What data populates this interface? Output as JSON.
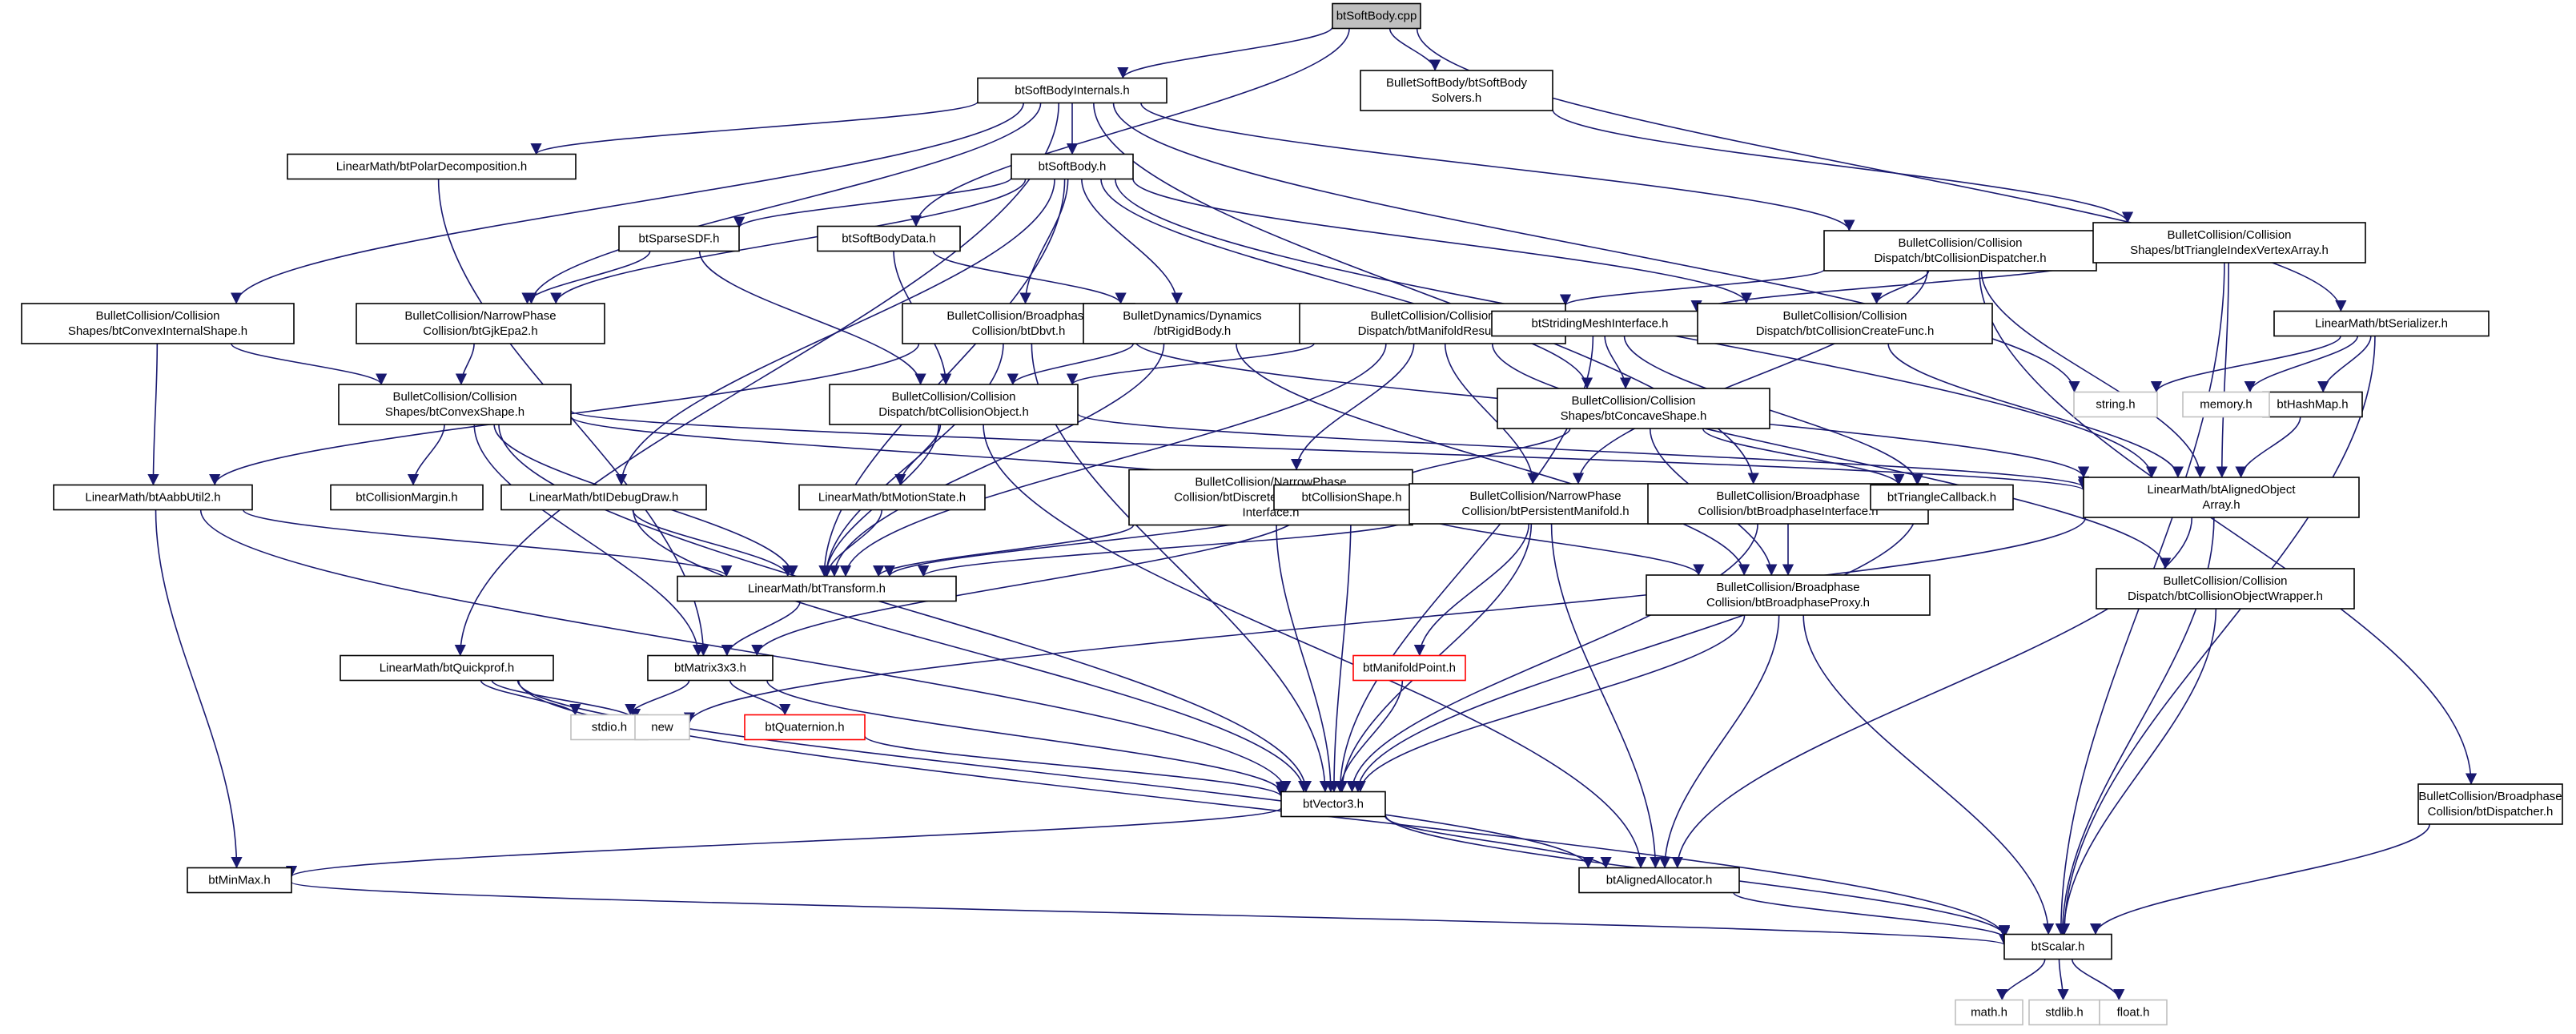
{
  "diagram": {
    "colors": {
      "edge": "#191970",
      "node_border": "#000000",
      "root_fill": "#bfbfbf",
      "missing_border": "#bfbfbf",
      "truncated_border": "#ff0000"
    },
    "nodes": [
      {
        "id": "btSoftBody_cpp",
        "lines": [
          "btSoftBody.cpp"
        ],
        "kind": "root"
      },
      {
        "id": "btSoftBodyInternals_h",
        "lines": [
          "btSoftBodyInternals.h"
        ],
        "kind": "normal"
      },
      {
        "id": "btSoftBodySolvers_h",
        "lines": [
          "BulletSoftBody/btSoftBody",
          "Solvers.h"
        ],
        "kind": "normal"
      },
      {
        "id": "btSerializer_h",
        "lines": [
          "LinearMath/btSerializer.h"
        ],
        "kind": "normal"
      },
      {
        "id": "btPolarDecomposition_h",
        "lines": [
          "LinearMath/btPolarDecomposition.h"
        ],
        "kind": "normal"
      },
      {
        "id": "btSoftBody_h",
        "lines": [
          "btSoftBody.h"
        ],
        "kind": "normal"
      },
      {
        "id": "btCollisionDispatcher_h",
        "lines": [
          "BulletCollision/Collision",
          "Dispatch/btCollisionDispatcher.h"
        ],
        "kind": "normal"
      },
      {
        "id": "btTriangleIndexVertexArray_h",
        "lines": [
          "BulletCollision/Collision",
          "Shapes/btTriangleIndexVertexArray.h"
        ],
        "kind": "normal"
      },
      {
        "id": "btSparseSDF_h",
        "lines": [
          "btSparseSDF.h"
        ],
        "kind": "normal"
      },
      {
        "id": "btSoftBodyData_h",
        "lines": [
          "btSoftBodyData.h"
        ],
        "kind": "normal"
      },
      {
        "id": "btConvexInternalShape_h",
        "lines": [
          "BulletCollision/Collision",
          "Shapes/btConvexInternalShape.h"
        ],
        "kind": "normal"
      },
      {
        "id": "btGjkEpa2_h",
        "lines": [
          "BulletCollision/NarrowPhase",
          "Collision/btGjkEpa2.h"
        ],
        "kind": "normal"
      },
      {
        "id": "btDbvt_h",
        "lines": [
          "BulletCollision/Broadphase",
          "Collision/btDbvt.h"
        ],
        "kind": "normal"
      },
      {
        "id": "btRigidBody_h",
        "lines": [
          "BulletDynamics/Dynamics",
          "/btRigidBody.h"
        ],
        "kind": "normal"
      },
      {
        "id": "btManifoldResult_h",
        "lines": [
          "BulletCollision/Collision",
          "Dispatch/btManifoldResult.h"
        ],
        "kind": "normal"
      },
      {
        "id": "btStridingMeshInterface_h",
        "lines": [
          "btStridingMeshInterface.h"
        ],
        "kind": "normal"
      },
      {
        "id": "btCollisionCreateFunc_h",
        "lines": [
          "BulletCollision/Collision",
          "Dispatch/btCollisionCreateFunc.h"
        ],
        "kind": "normal"
      },
      {
        "id": "btHashMap_h",
        "lines": [
          "btHashMap.h"
        ],
        "kind": "normal"
      },
      {
        "id": "string_h",
        "lines": [
          "string.h"
        ],
        "kind": "missing"
      },
      {
        "id": "memory_h",
        "lines": [
          "memory.h"
        ],
        "kind": "missing"
      },
      {
        "id": "btConvexShape_h",
        "lines": [
          "BulletCollision/Collision",
          "Shapes/btConvexShape.h"
        ],
        "kind": "normal"
      },
      {
        "id": "btCollisionObject_h",
        "lines": [
          "BulletCollision/Collision",
          "Dispatch/btCollisionObject.h"
        ],
        "kind": "normal"
      },
      {
        "id": "btConcaveShape_h",
        "lines": [
          "BulletCollision/Collision",
          "Shapes/btConcaveShape.h"
        ],
        "kind": "normal"
      },
      {
        "id": "btAabbUtil2_h",
        "lines": [
          "LinearMath/btAabbUtil2.h"
        ],
        "kind": "normal"
      },
      {
        "id": "btCollisionMargin_h",
        "lines": [
          "btCollisionMargin.h"
        ],
        "kind": "normal"
      },
      {
        "id": "btIDebugDraw_h",
        "lines": [
          "LinearMath/btIDebugDraw.h"
        ],
        "kind": "normal"
      },
      {
        "id": "btMotionState_h",
        "lines": [
          "LinearMath/btMotionState.h"
        ],
        "kind": "normal"
      },
      {
        "id": "btDiscreteCollisionDetectorInterface_h",
        "lines": [
          "BulletCollision/NarrowPhase",
          "Collision/btDiscreteCollisionDetector",
          "Interface.h"
        ],
        "kind": "normal"
      },
      {
        "id": "btCollisionShape_h",
        "lines": [
          "btCollisionShape.h"
        ],
        "kind": "normal"
      },
      {
        "id": "btPersistentManifold_h",
        "lines": [
          "BulletCollision/NarrowPhase",
          "Collision/btPersistentManifold.h"
        ],
        "kind": "normal"
      },
      {
        "id": "btBroadphaseInterface_h",
        "lines": [
          "BulletCollision/Broadphase",
          "Collision/btBroadphaseInterface.h"
        ],
        "kind": "normal"
      },
      {
        "id": "btTriangleCallback_h",
        "lines": [
          "btTriangleCallback.h"
        ],
        "kind": "normal"
      },
      {
        "id": "btAlignedObjectArray_h",
        "lines": [
          "LinearMath/btAlignedObject",
          "Array.h"
        ],
        "kind": "normal"
      },
      {
        "id": "btTransform_h",
        "lines": [
          "LinearMath/btTransform.h"
        ],
        "kind": "normal"
      },
      {
        "id": "btBroadphaseProxy_h",
        "lines": [
          "BulletCollision/Broadphase",
          "Collision/btBroadphaseProxy.h"
        ],
        "kind": "normal"
      },
      {
        "id": "btCollisionObjectWrapper_h",
        "lines": [
          "BulletCollision/Collision",
          "Dispatch/btCollisionObjectWrapper.h"
        ],
        "kind": "normal"
      },
      {
        "id": "btQuickprof_h",
        "lines": [
          "LinearMath/btQuickprof.h"
        ],
        "kind": "normal"
      },
      {
        "id": "btMatrix3x3_h",
        "lines": [
          "btMatrix3x3.h"
        ],
        "kind": "normal"
      },
      {
        "id": "btManifoldPoint_h",
        "lines": [
          "btManifoldPoint.h"
        ],
        "kind": "red"
      },
      {
        "id": "stdio_h",
        "lines": [
          "stdio.h"
        ],
        "kind": "missing"
      },
      {
        "id": "new",
        "lines": [
          "new"
        ],
        "kind": "missing"
      },
      {
        "id": "btQuaternion_h",
        "lines": [
          "btQuaternion.h"
        ],
        "kind": "red"
      },
      {
        "id": "btVector3_h",
        "lines": [
          "btVector3.h"
        ],
        "kind": "normal"
      },
      {
        "id": "btDispatcher_h",
        "lines": [
          "BulletCollision/Broadphase",
          "Collision/btDispatcher.h"
        ],
        "kind": "normal"
      },
      {
        "id": "btMinMax_h",
        "lines": [
          "btMinMax.h"
        ],
        "kind": "normal"
      },
      {
        "id": "btAlignedAllocator_h",
        "lines": [
          "btAlignedAllocator.h"
        ],
        "kind": "normal"
      },
      {
        "id": "btScalar_h",
        "lines": [
          "btScalar.h"
        ],
        "kind": "normal"
      },
      {
        "id": "math_h",
        "lines": [
          "math.h"
        ],
        "kind": "missing"
      },
      {
        "id": "stdlib_h",
        "lines": [
          "stdlib.h"
        ],
        "kind": "missing"
      },
      {
        "id": "float_h",
        "lines": [
          "float.h"
        ],
        "kind": "missing"
      }
    ],
    "edges": [
      [
        "btSoftBody_cpp",
        "btSoftBodyInternals_h"
      ],
      [
        "btSoftBody_cpp",
        "btSoftBodySolvers_h"
      ],
      [
        "btSoftBody_cpp",
        "btSerializer_h"
      ],
      [
        "btSoftBody_cpp",
        "btSoftBodyData_h"
      ],
      [
        "btSoftBodyInternals_h",
        "btPolarDecomposition_h"
      ],
      [
        "btSoftBodyInternals_h",
        "btSoftBody_h"
      ],
      [
        "btSoftBodyInternals_h",
        "btCollisionDispatcher_h"
      ],
      [
        "btSoftBodyInternals_h",
        "btConvexInternalShape_h"
      ],
      [
        "btSoftBodyInternals_h",
        "btGjkEpa2_h"
      ],
      [
        "btSoftBodyInternals_h",
        "btQuickprof_h"
      ],
      [
        "btSoftBodyInternals_h",
        "string_h"
      ],
      [
        "btSoftBodyInternals_h",
        "btBroadphaseInterface_h"
      ],
      [
        "btSoftBodySolvers_h",
        "btTriangleIndexVertexArray_h"
      ],
      [
        "btSerializer_h",
        "btHashMap_h"
      ],
      [
        "btSerializer_h",
        "string_h"
      ],
      [
        "btSerializer_h",
        "memory_h"
      ],
      [
        "btSerializer_h",
        "btScalar_h"
      ],
      [
        "btPolarDecomposition_h",
        "btMatrix3x3_h"
      ],
      [
        "btSoftBody_h",
        "btSparseSDF_h"
      ],
      [
        "btSoftBody_h",
        "btDbvt_h"
      ],
      [
        "btSoftBody_h",
        "btRigidBody_h"
      ],
      [
        "btSoftBody_h",
        "btCollisionCreateFunc_h"
      ],
      [
        "btSoftBody_h",
        "btConcaveShape_h"
      ],
      [
        "btSoftBody_h",
        "btIDebugDraw_h"
      ],
      [
        "btSoftBody_h",
        "btTransform_h"
      ],
      [
        "btSoftBody_h",
        "btAlignedObjectArray_h"
      ],
      [
        "btSoftBody_h",
        "btGjkEpa2_h"
      ],
      [
        "btCollisionDispatcher_h",
        "btManifoldResult_h"
      ],
      [
        "btCollisionDispatcher_h",
        "btCollisionCreateFunc_h"
      ],
      [
        "btCollisionDispatcher_h",
        "btPersistentManifold_h"
      ],
      [
        "btCollisionDispatcher_h",
        "btAlignedObjectArray_h"
      ],
      [
        "btCollisionDispatcher_h",
        "btDispatcher_h"
      ],
      [
        "btTriangleIndexVertexArray_h",
        "btStridingMeshInterface_h"
      ],
      [
        "btTriangleIndexVertexArray_h",
        "btAlignedObjectArray_h"
      ],
      [
        "btTriangleIndexVertexArray_h",
        "btScalar_h"
      ],
      [
        "btSparseSDF_h",
        "btGjkEpa2_h"
      ],
      [
        "btSparseSDF_h",
        "btCollisionObject_h"
      ],
      [
        "btSoftBodyData_h",
        "btRigidBody_h"
      ],
      [
        "btSoftBodyData_h",
        "btCollisionObject_h"
      ],
      [
        "btConvexInternalShape_h",
        "btConvexShape_h"
      ],
      [
        "btConvexInternalShape_h",
        "btAabbUtil2_h"
      ],
      [
        "btGjkEpa2_h",
        "btConvexShape_h"
      ],
      [
        "btDbvt_h",
        "btAabbUtil2_h"
      ],
      [
        "btDbvt_h",
        "btVector3_h"
      ],
      [
        "btDbvt_h",
        "btTransform_h"
      ],
      [
        "btDbvt_h",
        "btAlignedObjectArray_h"
      ],
      [
        "btRigidBody_h",
        "btCollisionObject_h"
      ],
      [
        "btRigidBody_h",
        "btTransform_h"
      ],
      [
        "btRigidBody_h",
        "btBroadphaseProxy_h"
      ],
      [
        "btManifoldResult_h",
        "btCollisionObject_h"
      ],
      [
        "btManifoldResult_h",
        "btDiscreteCollisionDetectorInterface_h"
      ],
      [
        "btManifoldResult_h",
        "btPersistentManifold_h"
      ],
      [
        "btManifoldResult_h",
        "btTransform_h"
      ],
      [
        "btManifoldResult_h",
        "btCollisionObjectWrapper_h"
      ],
      [
        "btStridingMeshInterface_h",
        "btConcaveShape_h"
      ],
      [
        "btStridingMeshInterface_h",
        "btTriangleCallback_h"
      ],
      [
        "btStridingMeshInterface_h",
        "btVector3_h"
      ],
      [
        "btCollisionCreateFunc_h",
        "btAlignedObjectArray_h"
      ],
      [
        "btHashMap_h",
        "btAlignedObjectArray_h"
      ],
      [
        "btConvexShape_h",
        "btCollisionShape_h"
      ],
      [
        "btConvexShape_h",
        "btCollisionMargin_h"
      ],
      [
        "btConvexShape_h",
        "btTransform_h"
      ],
      [
        "btConvexShape_h",
        "btMatrix3x3_h"
      ],
      [
        "btConvexShape_h",
        "btVector3_h"
      ],
      [
        "btConvexShape_h",
        "btAlignedObjectArray_h"
      ],
      [
        "btCollisionObject_h",
        "btMotionState_h"
      ],
      [
        "btCollisionObject_h",
        "btTransform_h"
      ],
      [
        "btCollisionObject_h",
        "btAlignedAllocator_h"
      ],
      [
        "btCollisionObject_h",
        "btAlignedObjectArray_h"
      ],
      [
        "btConcaveShape_h",
        "btCollisionShape_h"
      ],
      [
        "btConcaveShape_h",
        "btTriangleCallback_h"
      ],
      [
        "btConcaveShape_h",
        "btBroadphaseProxy_h"
      ],
      [
        "btAabbUtil2_h",
        "btTransform_h"
      ],
      [
        "btAabbUtil2_h",
        "btVector3_h"
      ],
      [
        "btAabbUtil2_h",
        "btMinMax_h"
      ],
      [
        "btIDebugDraw_h",
        "btTransform_h"
      ],
      [
        "btIDebugDraw_h",
        "btVector3_h"
      ],
      [
        "btMotionState_h",
        "btTransform_h"
      ],
      [
        "btDiscreteCollisionDetectorInterface_h",
        "btTransform_h"
      ],
      [
        "btDiscreteCollisionDetectorInterface_h",
        "btVector3_h"
      ],
      [
        "btCollisionShape_h",
        "btTransform_h"
      ],
      [
        "btCollisionShape_h",
        "btMatrix3x3_h"
      ],
      [
        "btCollisionShape_h",
        "btVector3_h"
      ],
      [
        "btCollisionShape_h",
        "btBroadphaseProxy_h"
      ],
      [
        "btPersistentManifold_h",
        "btManifoldPoint_h"
      ],
      [
        "btPersistentManifold_h",
        "btVector3_h"
      ],
      [
        "btPersistentManifold_h",
        "btTransform_h"
      ],
      [
        "btPersistentManifold_h",
        "btAlignedAllocator_h"
      ],
      [
        "btBroadphaseInterface_h",
        "btBroadphaseProxy_h"
      ],
      [
        "btBroadphaseInterface_h",
        "btVector3_h"
      ],
      [
        "btTriangleCallback_h",
        "btVector3_h"
      ],
      [
        "btAlignedObjectArray_h",
        "btAlignedAllocator_h"
      ],
      [
        "btAlignedObjectArray_h",
        "btScalar_h"
      ],
      [
        "btAlignedObjectArray_h",
        "new"
      ],
      [
        "btTransform_h",
        "btMatrix3x3_h"
      ],
      [
        "btBroadphaseProxy_h",
        "btScalar_h"
      ],
      [
        "btBroadphaseProxy_h",
        "btVector3_h"
      ],
      [
        "btBroadphaseProxy_h",
        "btAlignedAllocator_h"
      ],
      [
        "btCollisionObjectWrapper_h",
        "btScalar_h"
      ],
      [
        "btQuickprof_h",
        "btScalar_h"
      ],
      [
        "btQuickprof_h",
        "btAlignedAllocator_h"
      ],
      [
        "btQuickprof_h",
        "stdio_h"
      ],
      [
        "btQuickprof_h",
        "new"
      ],
      [
        "btMatrix3x3_h",
        "btVector3_h"
      ],
      [
        "btMatrix3x3_h",
        "btQuaternion_h"
      ],
      [
        "btMatrix3x3_h",
        "stdio_h"
      ],
      [
        "btManifoldPoint_h",
        "btVector3_h"
      ],
      [
        "btQuaternion_h",
        "btVector3_h"
      ],
      [
        "btVector3_h",
        "btScalar_h"
      ],
      [
        "btVector3_h",
        "btMinMax_h"
      ],
      [
        "btVector3_h",
        "btAlignedAllocator_h"
      ],
      [
        "btDispatcher_h",
        "btScalar_h"
      ],
      [
        "btMinMax_h",
        "btScalar_h"
      ],
      [
        "btAlignedAllocator_h",
        "btScalar_h"
      ],
      [
        "btScalar_h",
        "math_h"
      ],
      [
        "btScalar_h",
        "stdlib_h"
      ],
      [
        "btScalar_h",
        "float_h"
      ]
    ]
  }
}
